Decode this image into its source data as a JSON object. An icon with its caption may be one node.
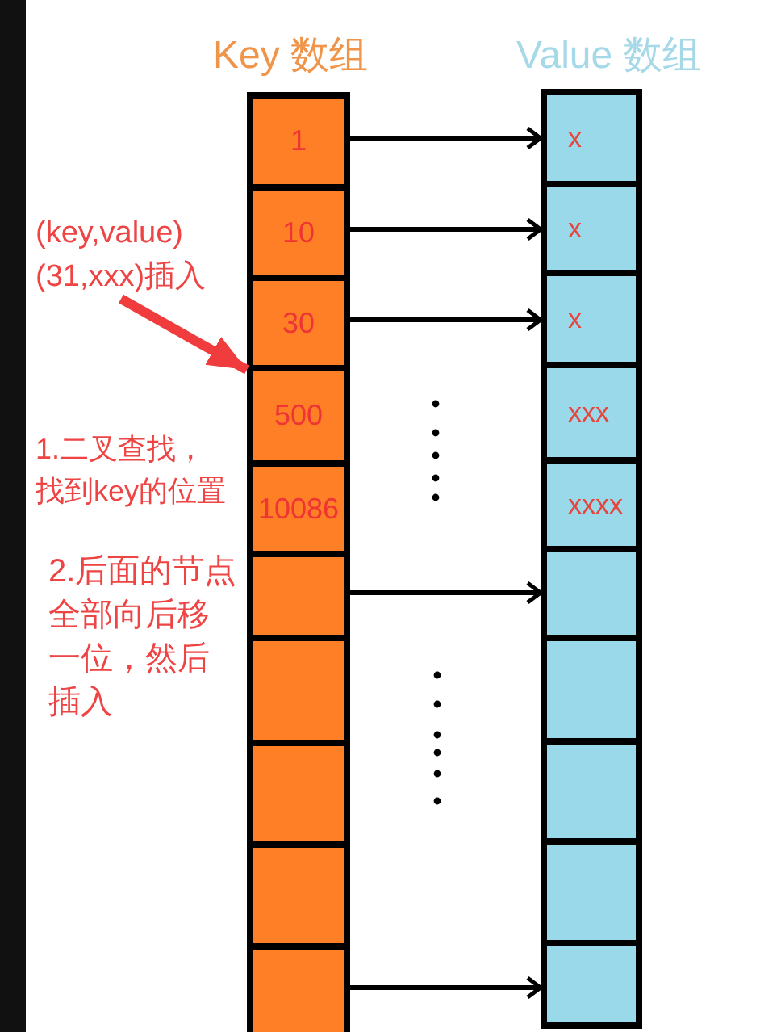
{
  "diagram": {
    "nodes": [
      {
        "text": [
          "1"
        ]
      },
      {
        "text": [
          "10"
        ]
      },
      {
        "text": [
          "30"
        ]
      },
      {
        "text": [
          "500"
        ]
      },
      {
        "text": [
          "10086"
        ]
      },
      {
        "text": [],
        "shape": "box"
      },
      {
        "text": [],
        "shape": "box"
      },
      {
        "text": [],
        "shape": "box"
      },
      {
        "text": [],
        "shape": "box"
      },
      {
        "text": [],
        "shape": "box"
      },
      {
        "text": [
          "x"
        ]
      },
      {
        "text": [
          "x"
        ]
      },
      {
        "text": [
          "x"
        ]
      },
      {
        "text": [
          "xxx"
        ]
      },
      {
        "text": [
          "xxxx"
        ]
      },
      {
        "text": [],
        "shape": "box"
      },
      {
        "text": [],
        "shape": "box"
      },
      {
        "text": [],
        "shape": "box"
      },
      {
        "text": [],
        "shape": "box"
      },
      {
        "text": [],
        "shape": "box"
      },
      {
        "text": [
          "(key,value) (31,xxx)插入"
        ]
      }
    ],
    "edges": [
      {
        "from": 0,
        "to": 10,
        "arrow": "to"
      },
      {
        "from": 1,
        "to": 11,
        "arrow": "to"
      },
      {
        "from": 2,
        "to": 12,
        "arrow": "to"
      },
      {
        "from": 5,
        "to": 15,
        "arrow": "to"
      },
      {
        "from": 9,
        "to": 19,
        "arrow": "to"
      },
      {
        "from": 20,
        "to": 3,
        "arrow": "to",
        "style": "thick",
        "color": "#f03c3c"
      }
    ],
    "labels": [
      "Key 数组",
      "Value 数组",
      "1.二叉查找，找到key的位置",
      "2.后面的节点全部向后移一位，然后插入"
    ]
  }
}
